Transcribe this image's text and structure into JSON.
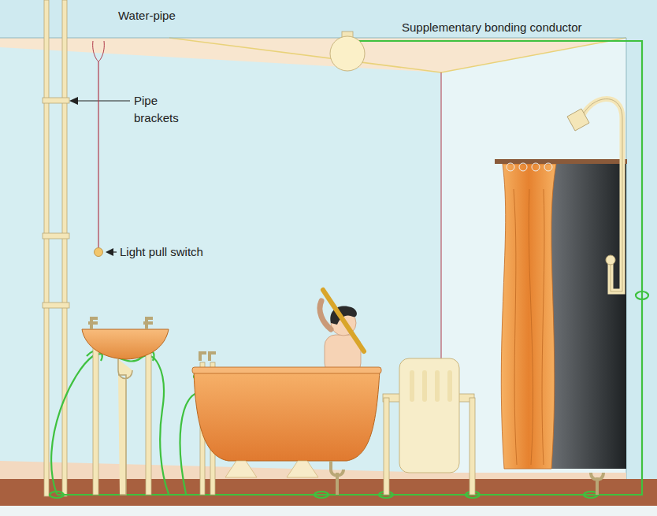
{
  "diagram": {
    "labels": [
      "Water-pipe",
      "Supplementary bonding conductor",
      "Pipe brackets",
      "Light pull switch"
    ]
  }
}
